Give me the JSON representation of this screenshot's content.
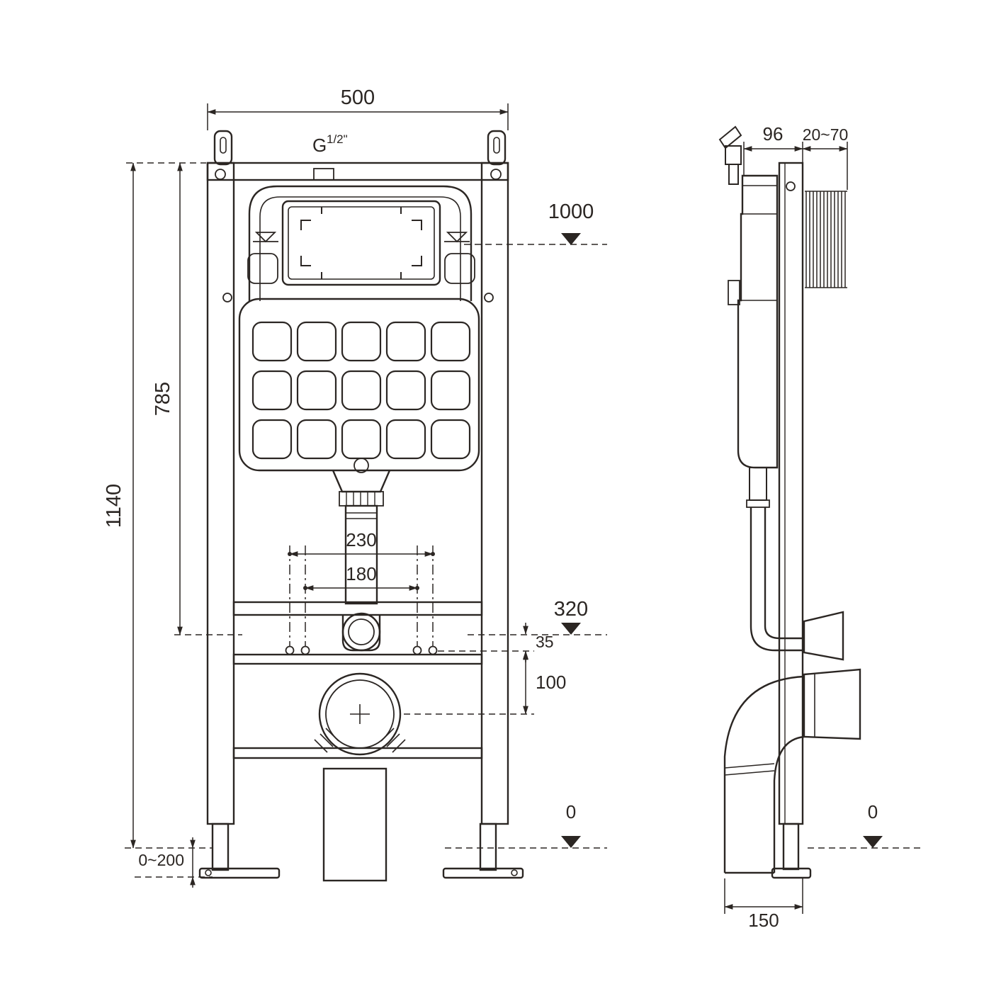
{
  "diagram": {
    "colors": {
      "line": "#2b2623",
      "background": "#ffffff"
    },
    "front_view": {
      "dim_width": "500",
      "thread_g": "G",
      "thread_size": "1/2\"",
      "dim_height_total": "1140",
      "dim_height_785": "785",
      "dim_leg_adjust": "0~200",
      "dim_bolt_outer": "230",
      "dim_bolt_inner": "180",
      "level_1000": "1000",
      "level_320": "320",
      "dim_35": "35",
      "dim_100": "100",
      "level_0": "0"
    },
    "side_view": {
      "dim_depth_96": "96",
      "dim_wall_clearance": "20~70",
      "dim_depth_150": "150",
      "level_0": "0"
    }
  }
}
